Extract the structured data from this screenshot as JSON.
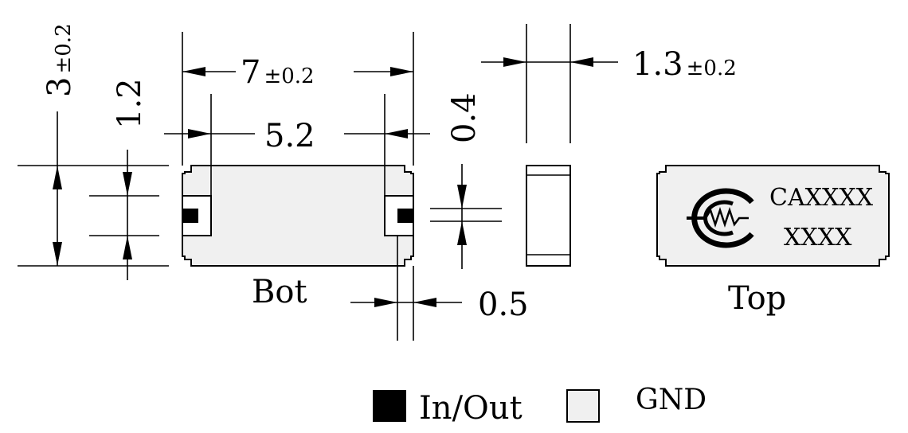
{
  "dimensions": {
    "length": "7",
    "length_tol": "±0.2",
    "pad_spacing": "5.2",
    "height": "3",
    "height_tol": "±0.2",
    "pad_height": "1.2",
    "thickness": "1.3",
    "thickness_tol": "±0.2",
    "gap": "0.4",
    "pad_width": "0.5"
  },
  "views": {
    "bottom_label": "Bot",
    "top_label": "Top"
  },
  "top_marking": {
    "line1": "CAXXXX",
    "line2": "XXXX"
  },
  "legend": {
    "inout_label": "In/Out",
    "inout_color": "#000000",
    "gnd_label": "GND",
    "gnd_color": "#f0f0f0"
  },
  "colors": {
    "body_fill": "#f0f0f0",
    "line": "#000000"
  }
}
